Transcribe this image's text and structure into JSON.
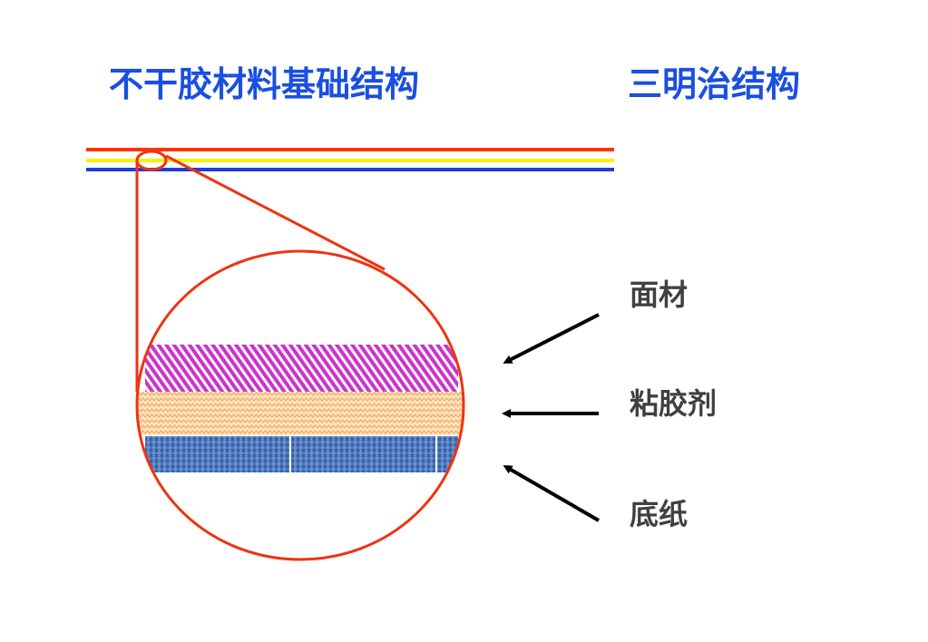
{
  "titles": {
    "left": "不干胶材料基础结构",
    "right": "三明治结构"
  },
  "layers": [
    {
      "label": "面材",
      "color": "#cc33cc"
    },
    {
      "label": "粘胶剂",
      "color": "#f5b96a"
    },
    {
      "label": "底纸",
      "color": "#4a77bd"
    }
  ],
  "strip_colors": {
    "top": "#ff3300",
    "middle": "#ffee00",
    "bottom": "#1a3fd9"
  },
  "colors": {
    "title": "#1a4fe0",
    "label": "#404040",
    "magnifier": "#ee3311",
    "arrow": "#000000"
  }
}
